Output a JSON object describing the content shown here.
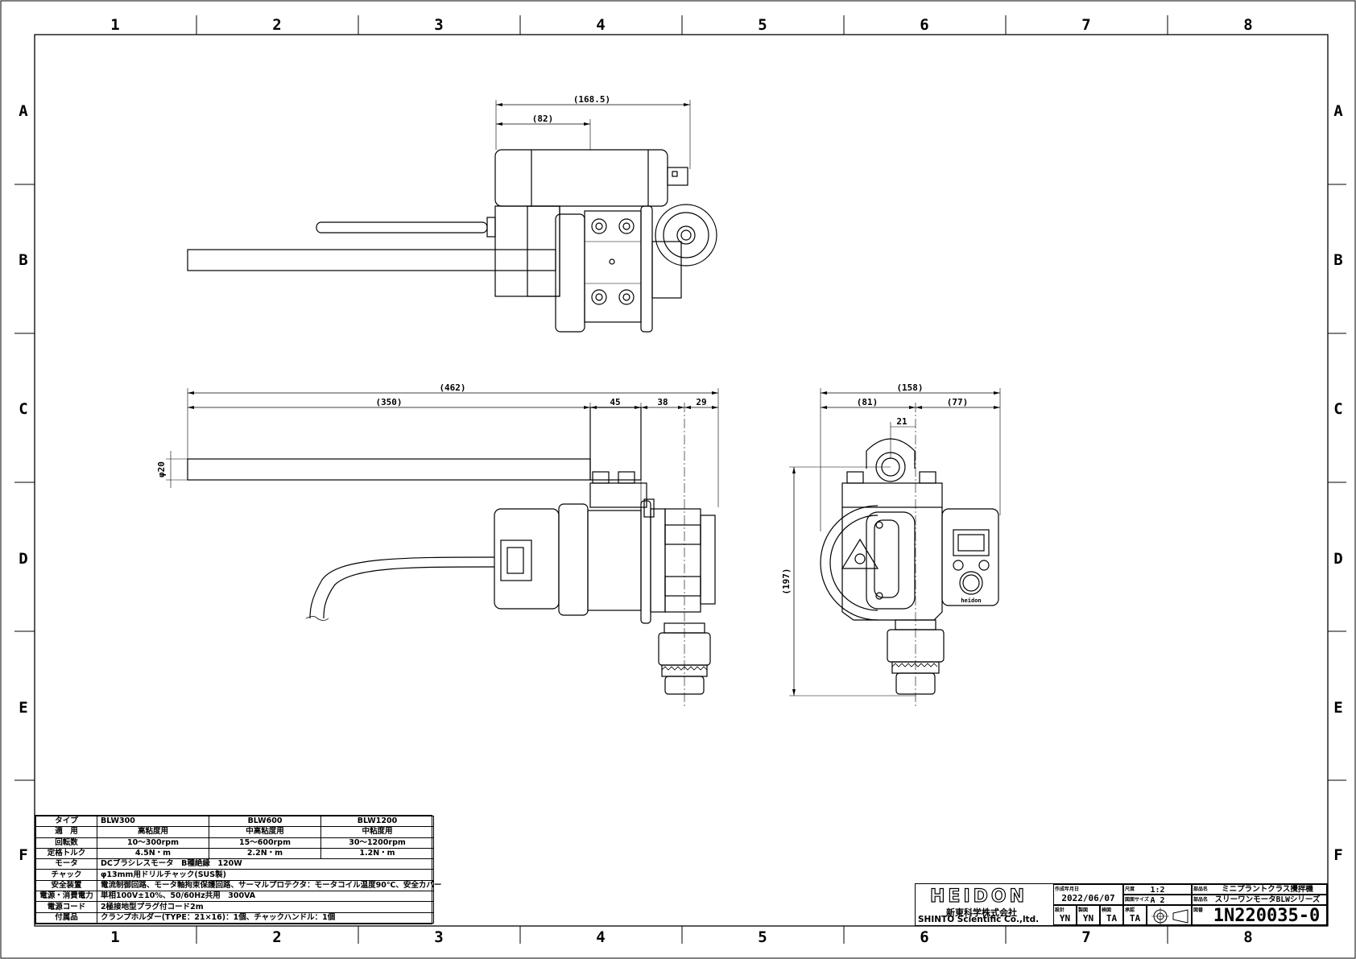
{
  "zones": {
    "columns": [
      "1",
      "2",
      "3",
      "4",
      "5",
      "6",
      "7",
      "8"
    ],
    "rows": [
      "A",
      "B",
      "C",
      "D",
      "E",
      "F"
    ]
  },
  "dimensions": {
    "top_total": "(168.5)",
    "top_partial": "(82)",
    "side_total": "(462)",
    "side_shaft": "(350)",
    "side_45": "45",
    "side_38": "38",
    "side_29": "29",
    "shaft_dia": "φ20",
    "front_total": "(158)",
    "front_left": "(81)",
    "front_right": "(77)",
    "front_offset": "21",
    "front_height": "(197)"
  },
  "spec_table": {
    "type_label": "タイプ",
    "models": [
      "BLW300",
      "BLW600",
      "BLW1200"
    ],
    "rows": [
      {
        "label": "適　用",
        "values": [
          "高粘度用",
          "中高粘度用",
          "中粘度用"
        ]
      },
      {
        "label": "回転数",
        "values": [
          "10～300rpm",
          "15～600rpm",
          "30～1200rpm"
        ]
      },
      {
        "label": "定格トルク",
        "values": [
          "4.5N・m",
          "2.2N・m",
          "1.2N・m"
        ]
      }
    ],
    "spanned": [
      {
        "label": "モータ",
        "value": "DCブラシレスモータ　B種絶縁　120W"
      },
      {
        "label": "チャック",
        "value": "φ13mm用ドリルチャック(SUS製)"
      },
      {
        "label": "安全装置",
        "value": "電流制御回路、モータ軸拘束保護回路、サーマルプロテクタ：モータコイル温度90℃、安全カバー"
      },
      {
        "label": "電源・消費電力",
        "value": "単相100V±10%、50/60Hz共用　300VA"
      },
      {
        "label": "電源コード",
        "value": "2極接地型プラグ付コード2m"
      },
      {
        "label": "付属品",
        "value": "クランプホルダー(TYPE：21×16)：1個、チャックハンドル：1個"
      }
    ]
  },
  "title_block": {
    "brand": "HEIDON",
    "company_jp": "新東科学株式会社",
    "company_en": "SHINTO Scientific Co.,ltd.",
    "date_label": "作成年月日",
    "date": "2022/06/07",
    "scale_label": "尺度",
    "scale": "1:2",
    "size_label": "図面サイズ",
    "size": "A 2",
    "part_label": "部品名",
    "part_name": "ミニプラントクラス攪拌機",
    "series_label": "部品名",
    "series_name": "スリーワンモータBLWシリーズ",
    "design_label": "設計",
    "design": "YN",
    "drawn_label": "製図",
    "drawn": "YN",
    "check_label": "検図",
    "check": "TA",
    "approve_label": "承認",
    "approve": "TA",
    "no_label": "図番",
    "drawing_no": "1N220035-0"
  },
  "device_display": {
    "panel_brand": "heidon"
  }
}
